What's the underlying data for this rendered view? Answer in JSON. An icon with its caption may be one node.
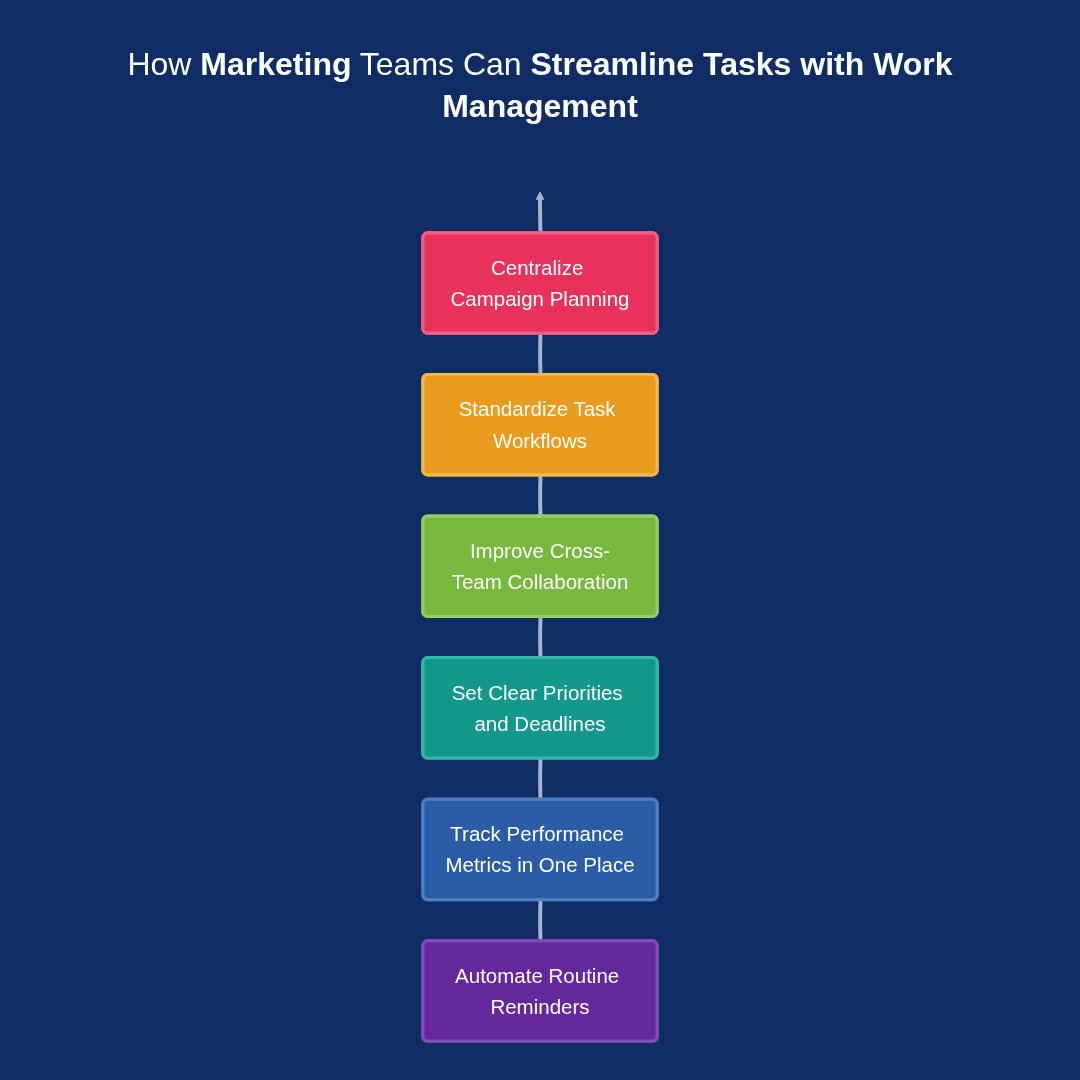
{
  "diagram": {
    "title": "How **Marketing** Teams Can **Streamline Tasks with Work Management**",
    "nodes": [
      {
        "text": [
          "Standardize Task Workflows"
        ]
      },
      {
        "text": [
          "Centralize Campaign Planning"
        ]
      },
      {
        "text": [
          "Improve Cross-Team Collaboration"
        ]
      },
      {
        "text": [
          "Set Clear Priorities and Deadlines"
        ]
      },
      {
        "text": [
          "Automate Routine Reminders"
        ]
      },
      {
        "text": [
          "Track Performance Metrics in One Place"
        ]
      }
    ],
    "edges": [
      {
        "from": 4,
        "to": 5,
        "arrow": "none"
      },
      {
        "from": 5,
        "to": 3,
        "arrow": "none"
      },
      {
        "from": 3,
        "to": 2,
        "arrow": "none"
      },
      {
        "from": 2,
        "to": 0,
        "arrow": "none"
      },
      {
        "from": 0,
        "to": 1,
        "arrow": "none"
      },
      {
        "from": 1,
        "to": null,
        "arrow": "to"
      }
    ]
  }
}
